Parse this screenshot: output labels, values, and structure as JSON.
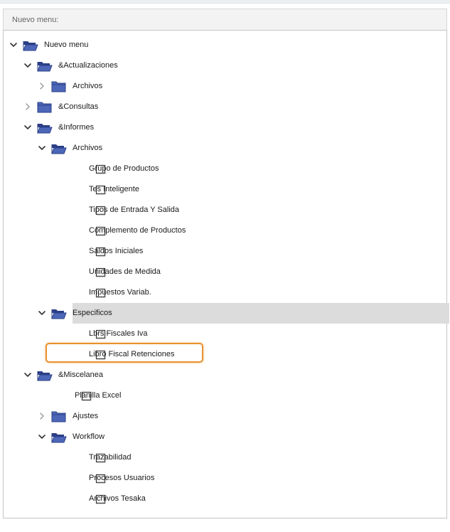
{
  "header": {
    "title": "Nuevo menu:"
  },
  "colors": {
    "folder": "#4d67b8",
    "highlight": "#e8912f",
    "selected_row": "#dcdcdc"
  },
  "tree": [
    {
      "id": "nuevo-menu",
      "label": "Nuevo menu",
      "level": 0,
      "icon": "folder-open-icon",
      "toggle": "expanded"
    },
    {
      "id": "actualizaciones",
      "label": "&Actualizaciones",
      "level": 1,
      "icon": "folder-open-icon",
      "toggle": "expanded"
    },
    {
      "id": "actualizaciones-archivos",
      "label": "Archivos",
      "level": 2,
      "icon": "folder-closed-icon",
      "toggle": "collapsed"
    },
    {
      "id": "consultas",
      "label": "&Consultas",
      "level": 1,
      "icon": "folder-closed-icon",
      "toggle": "collapsed"
    },
    {
      "id": "informes",
      "label": "&Informes",
      "level": 1,
      "icon": "folder-open-icon",
      "toggle": "expanded"
    },
    {
      "id": "informes-archivos",
      "label": "Archivos",
      "level": 2,
      "icon": "folder-open-icon",
      "toggle": "expanded"
    },
    {
      "id": "grupo-de-productos",
      "label": "Grupo de Productos",
      "level": 3,
      "icon": "document-icon",
      "toggle": "none"
    },
    {
      "id": "tes-inteligente",
      "label": "Tes Inteligente",
      "level": 3,
      "icon": "document-icon",
      "toggle": "none"
    },
    {
      "id": "tipos-de-entrada-y-salida",
      "label": "Tipos de Entrada Y Salida",
      "level": 3,
      "icon": "document-icon",
      "toggle": "none"
    },
    {
      "id": "complemento-de-productos",
      "label": "Complemento de Productos",
      "level": 3,
      "icon": "document-icon",
      "toggle": "none"
    },
    {
      "id": "saldos-iniciales",
      "label": "Saldos Iniciales",
      "level": 3,
      "icon": "document-icon",
      "toggle": "none"
    },
    {
      "id": "unidades-de-medida",
      "label": "Unidades de Medida",
      "level": 3,
      "icon": "document-icon",
      "toggle": "none"
    },
    {
      "id": "impuestos-variab",
      "label": "Impuestos Variab.",
      "level": 3,
      "icon": "document-icon",
      "toggle": "none"
    },
    {
      "id": "especificos",
      "label": "Especificos",
      "level": 2,
      "icon": "folder-open-icon",
      "toggle": "expanded",
      "selected": true
    },
    {
      "id": "lbrs-fiscales-iva",
      "label": "Lbrs Fiscales Iva",
      "level": 3,
      "icon": "document-icon",
      "toggle": "none"
    },
    {
      "id": "libro-fiscal-retenciones",
      "label": "Libro Fiscal Retenciones",
      "level": 3,
      "icon": "document-icon",
      "toggle": "none",
      "highlighted": true
    },
    {
      "id": "miscelanea",
      "label": "&Miscelanea",
      "level": 1,
      "icon": "folder-open-icon",
      "toggle": "expanded"
    },
    {
      "id": "planilla-excel",
      "label": "Planilla Excel",
      "level": 2,
      "icon": "document-icon",
      "toggle": "none"
    },
    {
      "id": "ajustes",
      "label": "Ajustes",
      "level": 2,
      "icon": "folder-closed-icon",
      "toggle": "collapsed"
    },
    {
      "id": "workflow",
      "label": "Workflow",
      "level": 2,
      "icon": "folder-open-icon",
      "toggle": "expanded"
    },
    {
      "id": "trazabilidad",
      "label": "Trazabilidad",
      "level": 3,
      "icon": "document-icon",
      "toggle": "none"
    },
    {
      "id": "procesos-usuarios",
      "label": "Procesos Usuarios",
      "level": 3,
      "icon": "document-icon",
      "toggle": "none"
    },
    {
      "id": "archivos-tesaka",
      "label": "Archivos Tesaka",
      "level": 3,
      "icon": "document-icon",
      "toggle": "none"
    }
  ]
}
